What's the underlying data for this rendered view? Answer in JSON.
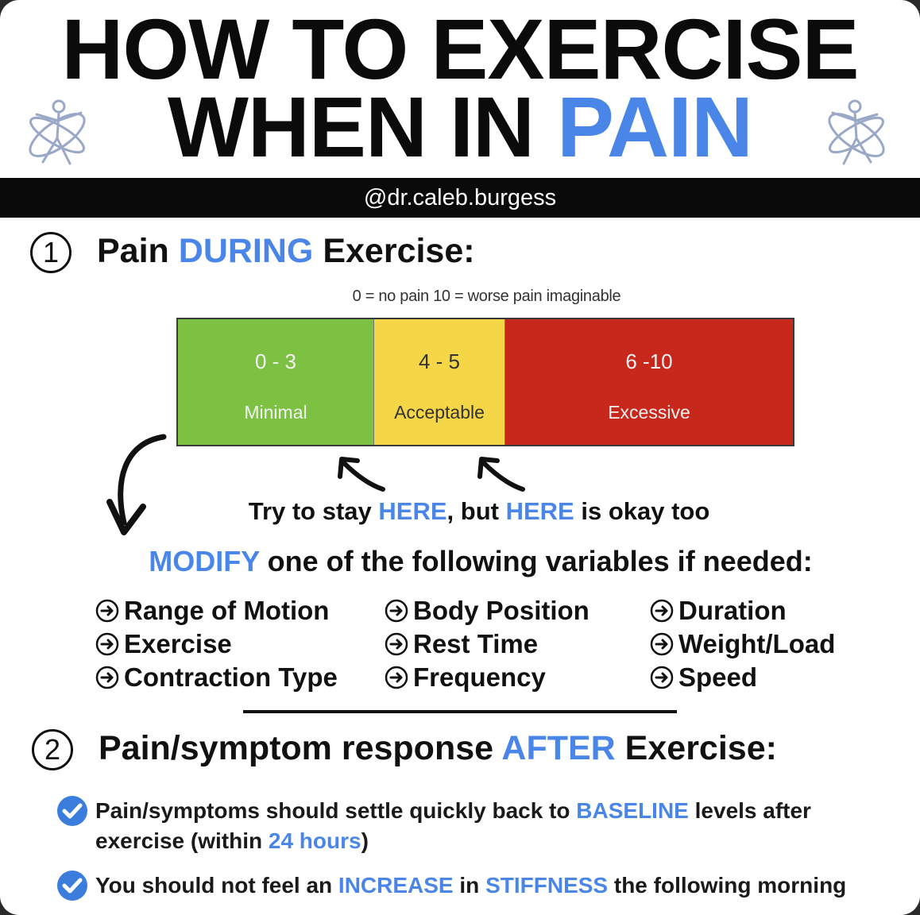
{
  "title": {
    "line1": "HOW TO EXERCISE",
    "line2_prefix": "WHEN IN ",
    "line2_highlight": "PAIN"
  },
  "logo_icon": "stick-figure-logo-icon",
  "handle": "@dr.caleb.burgess",
  "section1": {
    "number": "1",
    "heading_prefix": "Pain ",
    "heading_highlight": "DURING",
    "heading_suffix": " Exercise:"
  },
  "scale_note": "0 = no pain 10 = worse pain imaginable",
  "pain_scale": [
    {
      "range": "0 - 3",
      "label": "Minimal",
      "color": "#7cc142"
    },
    {
      "range": "4 - 5",
      "label": "Acceptable",
      "color": "#f4d646"
    },
    {
      "range": "6 -10",
      "label": "Excessive",
      "color": "#c8281b"
    }
  ],
  "guidance": {
    "part1": "Try to stay ",
    "here1": "HERE",
    "part2": ", but ",
    "here2": "HERE",
    "part3": " is okay too"
  },
  "modify": {
    "highlight": "MODIFY",
    "rest": " one of the following variables if needed:"
  },
  "variables": [
    [
      "Range of Motion",
      "Exercise",
      "Contraction Type"
    ],
    [
      "Body Position",
      "Rest Time",
      "Frequency"
    ],
    [
      "Duration",
      "Weight/Load",
      "Speed"
    ]
  ],
  "section2": {
    "number": "2",
    "heading_prefix": "Pain/symptom response ",
    "heading_highlight": "AFTER",
    "heading_suffix": " Exercise:"
  },
  "checks": {
    "c1_a": "Pain/symptoms should settle quickly back to ",
    "c1_b": "BASELINE",
    "c1_c": " levels after",
    "c1_d": "exercise (within ",
    "c1_e": "24 hours",
    "c1_f": ")",
    "c2_a": "You should not feel an ",
    "c2_b": "INCREASE",
    "c2_c": " in ",
    "c2_d": "STIFFNESS",
    "c2_e": " the following morning"
  },
  "colors": {
    "accent_blue": "#4a86e8",
    "check_blue": "#3b7ddd",
    "green": "#7cc142",
    "yellow": "#f4d646",
    "red": "#c8281b"
  }
}
